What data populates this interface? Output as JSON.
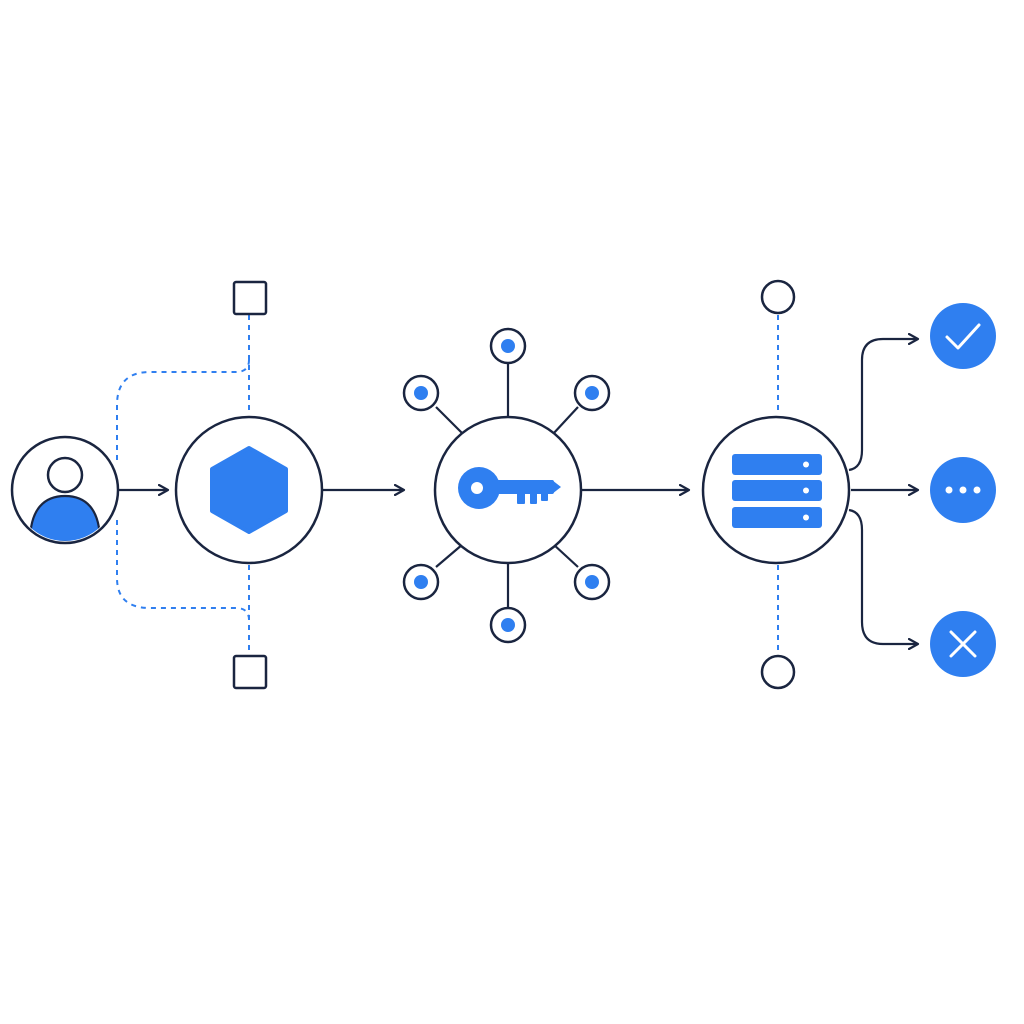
{
  "colors": {
    "background": "#ffffff",
    "stroke": "#1a2540",
    "accent": "#2f7ff0",
    "accent_light": "#ffffff"
  },
  "diagram": {
    "nodes": [
      {
        "name": "user-node",
        "icon": "user-icon"
      },
      {
        "name": "hexagon-node",
        "icon": "hexagon-icon"
      },
      {
        "name": "key-node",
        "icon": "key-icon"
      },
      {
        "name": "server-node",
        "icon": "server-stack-icon"
      }
    ],
    "outcomes": [
      {
        "name": "outcome-success",
        "icon": "check-icon"
      },
      {
        "name": "outcome-pending",
        "icon": "ellipsis-icon"
      },
      {
        "name": "outcome-failure",
        "icon": "close-icon"
      }
    ]
  }
}
